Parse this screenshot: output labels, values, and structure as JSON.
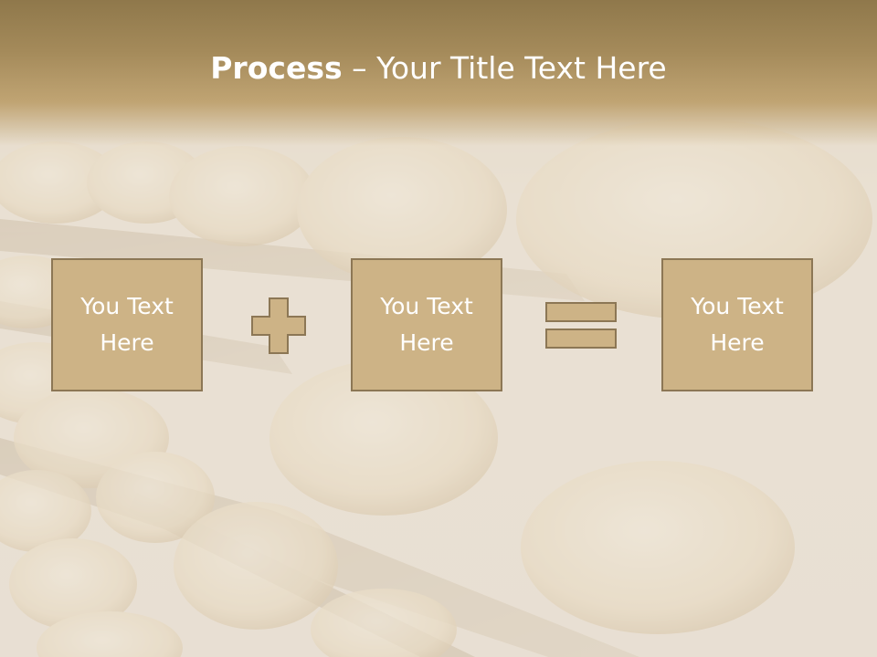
{
  "title": {
    "bold": "Process",
    "dash": " – ",
    "rest": "Your Title Text Here"
  },
  "boxes": [
    {
      "label": "You Text Here"
    },
    {
      "label": "You Text Here"
    },
    {
      "label": "You Text Here"
    }
  ],
  "operators": [
    "plus-icon",
    "equals-icon"
  ],
  "colors": {
    "box_fill": "#cdb386",
    "box_border": "#8c7755",
    "header": "#a48a5a",
    "text": "#ffffff"
  }
}
